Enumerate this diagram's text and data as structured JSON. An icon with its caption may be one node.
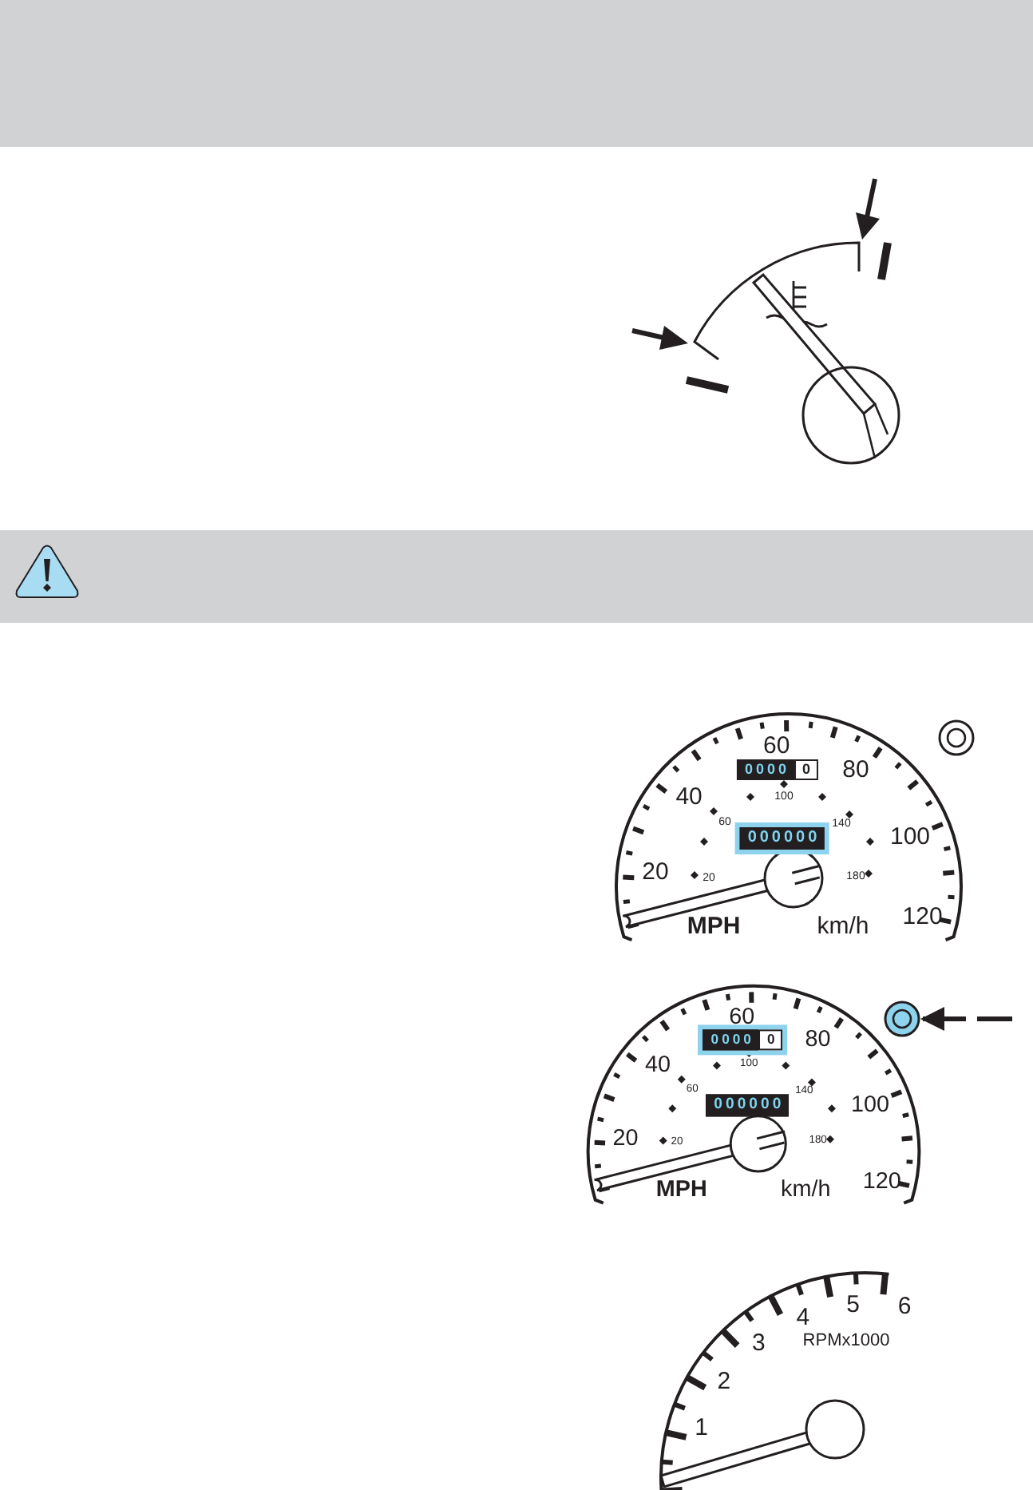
{
  "diagram": {
    "nodes": [
      {
        "text": [],
        "shape": "circle"
      },
      {
        "text": [],
        "shape": "circle"
      }
    ],
    "edges": [
      {
        "from": null,
        "to": 1,
        "arrow": "to",
        "style": "dashed"
      }
    ],
    "labels": [
      "60",
      "80",
      "0000",
      "0",
      "40",
      "100",
      "60",
      "140",
      "000000",
      "100",
      "20",
      "20",
      "180",
      "MPH",
      "km/h",
      "120",
      "60",
      "80",
      "0000",
      "0",
      "40",
      "100",
      "60",
      "140",
      "000000",
      "100",
      "20",
      "20",
      "180",
      "MPH",
      "km/h",
      "120",
      "5",
      "6",
      "4",
      "3",
      "RPMx1000",
      "2",
      "1"
    ]
  }
}
